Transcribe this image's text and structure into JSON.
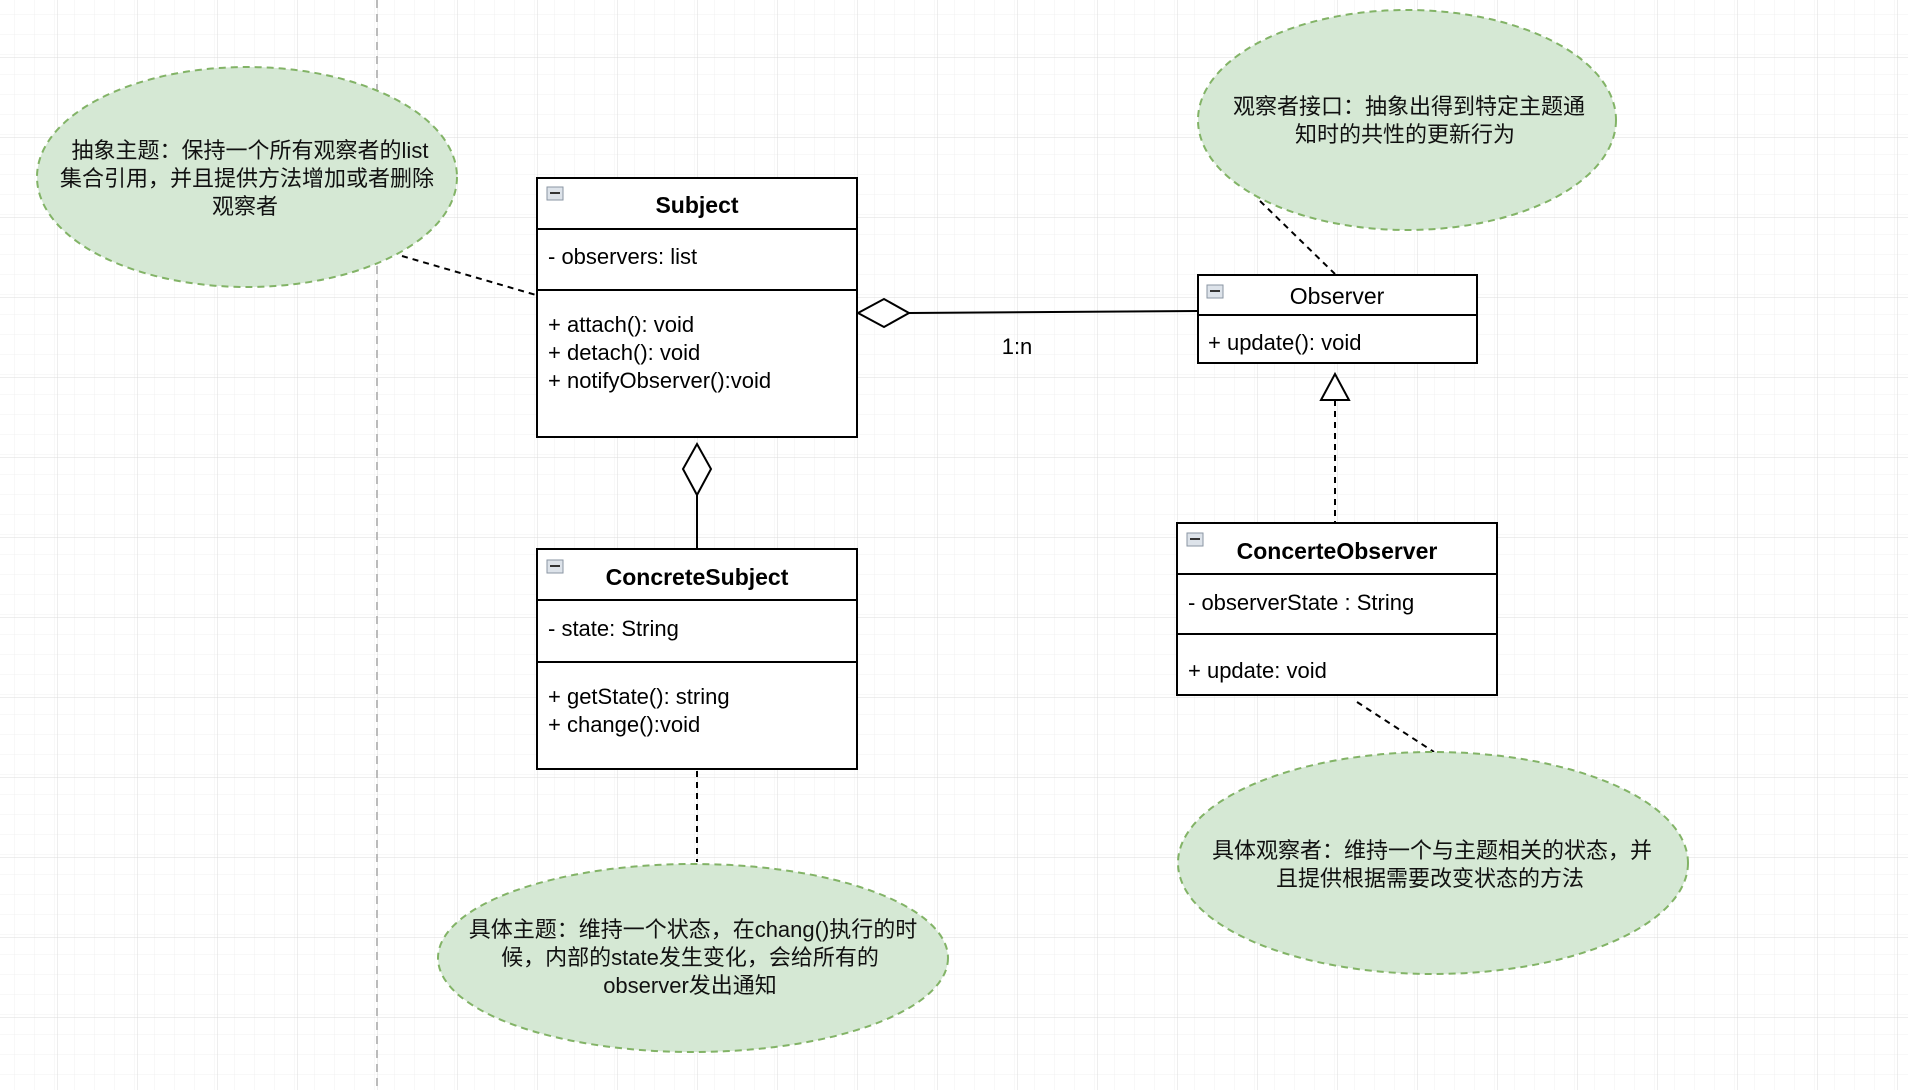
{
  "colors": {
    "note_fill": "#d5e8d4",
    "note_border": "#82b366",
    "grid": "#e6e6e6"
  },
  "classes": {
    "subject": {
      "name": "Subject",
      "attributes": [
        "- observers: list"
      ],
      "methods": [
        "+ attach(): void",
        "+ detach(): void",
        "+ notifyObserver():void"
      ]
    },
    "observer": {
      "name": "Observer",
      "attributes": [],
      "methods": [
        "+ update(): void"
      ]
    },
    "concrete_subject": {
      "name": "ConcreteSubject",
      "attributes": [
        "- state: String"
      ],
      "methods": [
        "+ getState(): string",
        "+ change():void"
      ]
    },
    "concrete_observer": {
      "name": "ConcerteObserver",
      "attributes": [
        "- observerState : String"
      ],
      "methods": [
        "+ update: void"
      ]
    }
  },
  "relations": {
    "aggregation_label": "1:n"
  },
  "notes": {
    "abstract_subject": [
      "抽象主题：保持一个所有观察者的list",
      "集合引用，并且提供方法增加或者删除",
      "观察者"
    ],
    "observer_interface": [
      "观察者接口：抽象出得到特定主题通",
      "知时的共性的更新行为"
    ],
    "concrete_observer": [
      "具体观察者：维持一个与主题相关的状态，并",
      "且提供根据需要改变状态的方法"
    ],
    "concrete_subject": [
      "具体主题：维持一个状态，在chang()执行的时",
      "候，内部的state发生变化，会给所有的",
      "observer发出通知"
    ]
  },
  "icons": {
    "collapse": "minus-square-icon"
  }
}
